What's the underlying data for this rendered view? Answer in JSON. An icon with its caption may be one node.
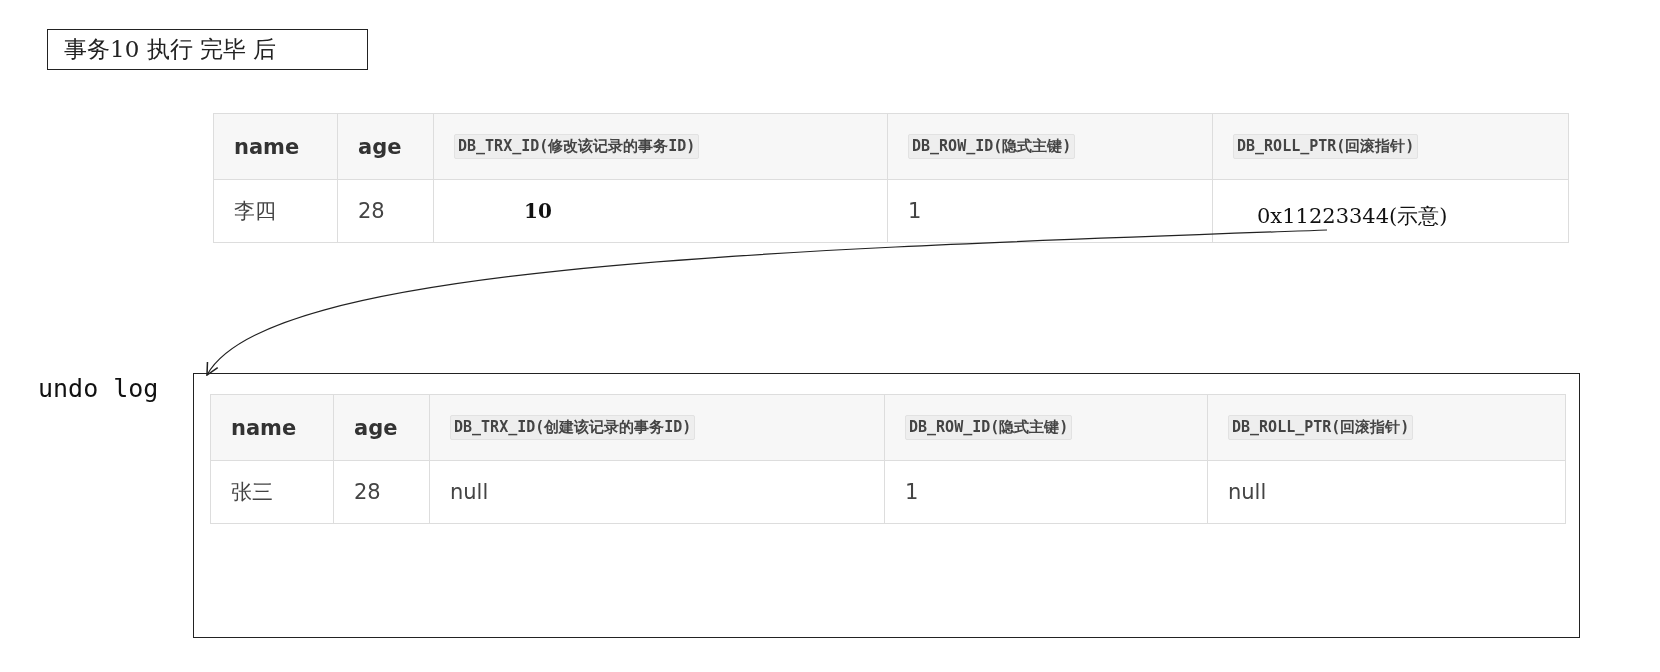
{
  "diagram": {
    "nodes": [
      {
        "text": [
          "事务10 执行 完毕 后"
        ]
      },
      {
        "text": [
          "0x11223344(示意)"
        ]
      },
      {
        "text": [
          "undo log"
        ]
      }
    ],
    "edges": [
      {
        "from": 1,
        "to": 2,
        "arrow": "to"
      }
    ],
    "labels": [
      "name",
      "age",
      "DB_TRX_ID(修改该记录的事务ID)",
      "DB_ROW_ID(隐式主键)",
      "DB_ROLL_PTR(回滚指针)",
      "李四",
      "28",
      "10",
      "1",
      "name",
      "age",
      "DB_TRX_ID(创建该记录的事务ID)",
      "DB_ROW_ID(隐式主键)",
      "DB_ROLL_PTR(回滚指针)",
      "张三",
      "28",
      "null",
      "1",
      "null"
    ]
  }
}
